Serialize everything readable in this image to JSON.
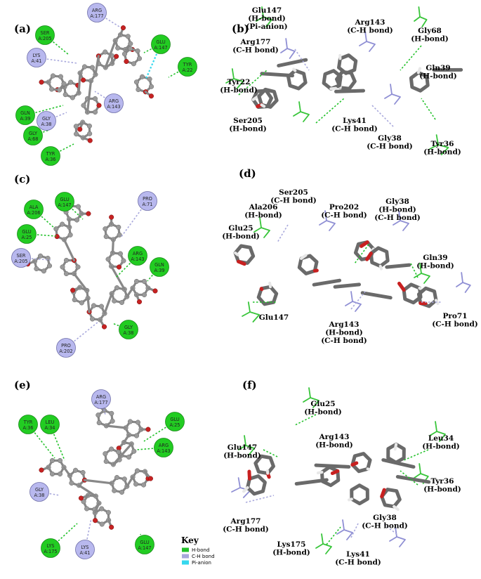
{
  "panels": {
    "a": {
      "label": "(a)",
      "residues": [
        {
          "label": "ARG\nA:177",
          "type": "ch"
        },
        {
          "label": "SER\nA:205",
          "type": "hb"
        },
        {
          "label": "GLU\nA:147",
          "type": "hb"
        },
        {
          "label": "TYR\nA:22",
          "type": "hb"
        },
        {
          "label": "LYS\nA:41",
          "type": "ch"
        },
        {
          "label": "ARG\nA:143",
          "type": "ch"
        },
        {
          "label": "GLN\nA:39",
          "type": "hb"
        },
        {
          "label": "GLY\nA:38",
          "type": "ch"
        },
        {
          "label": "GLY\nA:68",
          "type": "hb"
        },
        {
          "label": "TYR\nA:36",
          "type": "hb"
        }
      ]
    },
    "b": {
      "label": "(b)",
      "residues": [
        {
          "text": [
            "Glu147",
            "(H-bond)",
            "(Pi-anion)"
          ]
        },
        {
          "text": [
            "Arg143",
            "(C-H bond)"
          ]
        },
        {
          "text": [
            "Gly68",
            "(H-bond)"
          ]
        },
        {
          "text": [
            "Arg177",
            "(C-H bond)"
          ]
        },
        {
          "text": [
            "Gln39",
            "(H-bond)"
          ]
        },
        {
          "text": [
            "Tyr22",
            "(H-bond)"
          ]
        },
        {
          "text": [
            "Ser205",
            "(H-bond)"
          ]
        },
        {
          "text": [
            "Lys41",
            "(C-H bond)"
          ]
        },
        {
          "text": [
            "Gly38",
            "(C-H bond)"
          ]
        },
        {
          "text": [
            "Tyr36",
            "(H-bond)"
          ]
        }
      ]
    },
    "c": {
      "label": "(c)",
      "residues": [
        {
          "label": "GLU\nA:147",
          "type": "hb"
        },
        {
          "label": "PRO\nA:71",
          "type": "ch"
        },
        {
          "label": "ALA\nA:206",
          "type": "hb"
        },
        {
          "label": "GLU\nA:25",
          "type": "hb"
        },
        {
          "label": "SER\nA:205",
          "type": "ch"
        },
        {
          "label": "ARG\nA:143",
          "type": "hb"
        },
        {
          "label": "GLN\nA:39",
          "type": "hb"
        },
        {
          "label": "GLY\nA:38",
          "type": "hb"
        },
        {
          "label": "PRO\nA:202",
          "type": "ch"
        }
      ]
    },
    "d": {
      "label": "(d)",
      "residues": [
        {
          "text": [
            "Ser205",
            "(C-H bond)"
          ]
        },
        {
          "text": [
            "Ala206",
            "(H-bond)"
          ]
        },
        {
          "text": [
            "Pro202",
            "(C-H bond)"
          ]
        },
        {
          "text": [
            "Gly38",
            "(H-bond)",
            "(C-H bond)"
          ]
        },
        {
          "text": [
            "Glu25",
            "(H-bond)"
          ]
        },
        {
          "text": [
            "Gln39",
            "(H-bond)"
          ]
        },
        {
          "text": [
            "Glu147"
          ]
        },
        {
          "text": [
            "Arg143",
            "(H-bond)",
            "(C-H bond)"
          ]
        },
        {
          "text": [
            "Pro71",
            "(C-H bond)"
          ]
        }
      ]
    },
    "e": {
      "label": "(e)",
      "residues": [
        {
          "label": "ARG\nA:177",
          "type": "ch"
        },
        {
          "label": "TYR\nA:36",
          "type": "hb"
        },
        {
          "label": "LEU\nA:34",
          "type": "hb"
        },
        {
          "label": "GLU\nA:25",
          "type": "hb"
        },
        {
          "label": "ARG\nA:143",
          "type": "hb"
        },
        {
          "label": "GLY\nA:38",
          "type": "ch"
        },
        {
          "label": "LYS\nA:175",
          "type": "hb"
        },
        {
          "label": "LYS\nA:41",
          "type": "ch"
        },
        {
          "label": "GLU\nA:147",
          "type": "hb"
        }
      ]
    },
    "f": {
      "label": "(f)",
      "residues": [
        {
          "text": [
            "Glu25",
            "(H-bond)"
          ]
        },
        {
          "text": [
            "Arg143",
            "(H-bond)"
          ]
        },
        {
          "text": [
            "Leu34",
            "(H-bond)"
          ]
        },
        {
          "text": [
            "Glu147",
            "(H-bond)"
          ]
        },
        {
          "text": [
            "Tyr36",
            "(H-bond)"
          ]
        },
        {
          "text": [
            "Arg177",
            "(C-H bond)"
          ]
        },
        {
          "text": [
            "Gly38",
            "(C-H bond)"
          ]
        },
        {
          "text": [
            "Lys175",
            "(H-bond)"
          ]
        },
        {
          "text": [
            "Lys41",
            "(C-H bond)"
          ]
        }
      ]
    }
  },
  "key": {
    "title": "Key",
    "items": [
      {
        "label": "H-bond",
        "color": "#22c12a"
      },
      {
        "label": "C-H bond",
        "color": "#a8a8dc"
      },
      {
        "label": "Pi-anion",
        "color": "#35d8ee"
      }
    ]
  },
  "colors": {
    "hbond": "#22c12a",
    "chbond": "#a8a8dc",
    "pianion": "#35d8ee",
    "carbon": "#9a9a9a",
    "oxygen": "#c62222"
  }
}
